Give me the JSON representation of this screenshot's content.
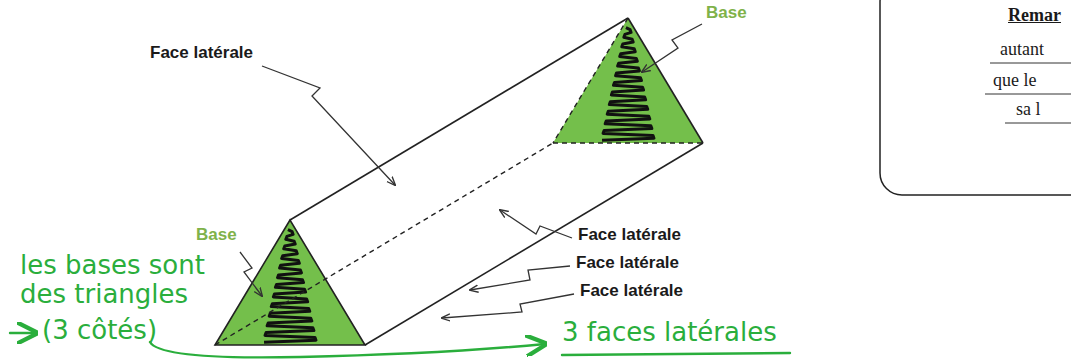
{
  "diagram": {
    "labels": [
      "Face latérale",
      "Base",
      "Remar",
      "autant",
      "que le",
      "sa l",
      "Base",
      "les bases sont des triangles",
      "Face latérale",
      "Face latérale",
      "Face latérale",
      "(3 côtés)",
      "3 faces latérales"
    ]
  }
}
